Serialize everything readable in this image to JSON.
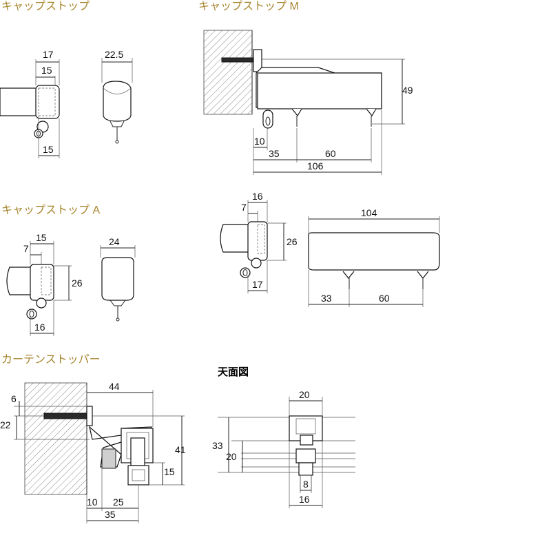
{
  "titles": {
    "capstop": "キャップストップ",
    "capstop_m": "キャップストップ M",
    "capstop_a": "キャップストップ A",
    "curtain_stopper": "カーテンストッパー",
    "top_view": "天面図"
  },
  "capstop": {
    "side": {
      "width_overall": "17",
      "width_inner": "15",
      "bottom": "15"
    },
    "front": {
      "width": "22.5"
    }
  },
  "capstop_m": {
    "height": "49",
    "gap": "10",
    "first_pitch": "35",
    "pitch": "60",
    "length": "106"
  },
  "capstop_a": {
    "side": {
      "inner": "7",
      "width": "15",
      "height": "26",
      "bottom": "16"
    },
    "front": {
      "width": "24"
    }
  },
  "capstop_a_m": {
    "side": {
      "width": "16",
      "inner": "7",
      "height": "26",
      "bottom": "17"
    },
    "long": {
      "length": "104",
      "first": "33",
      "pitch": "60"
    }
  },
  "curtain_stopper": {
    "top_offset": "6",
    "reach": "44",
    "height_left": "22",
    "height_total": "41",
    "lower": "15",
    "gap": "10",
    "mid": "25",
    "width": "35"
  },
  "top_view": {
    "top_width": "20",
    "height_outer": "33",
    "height_inner": "20",
    "inner_width": "8",
    "bottom_width": "16"
  }
}
